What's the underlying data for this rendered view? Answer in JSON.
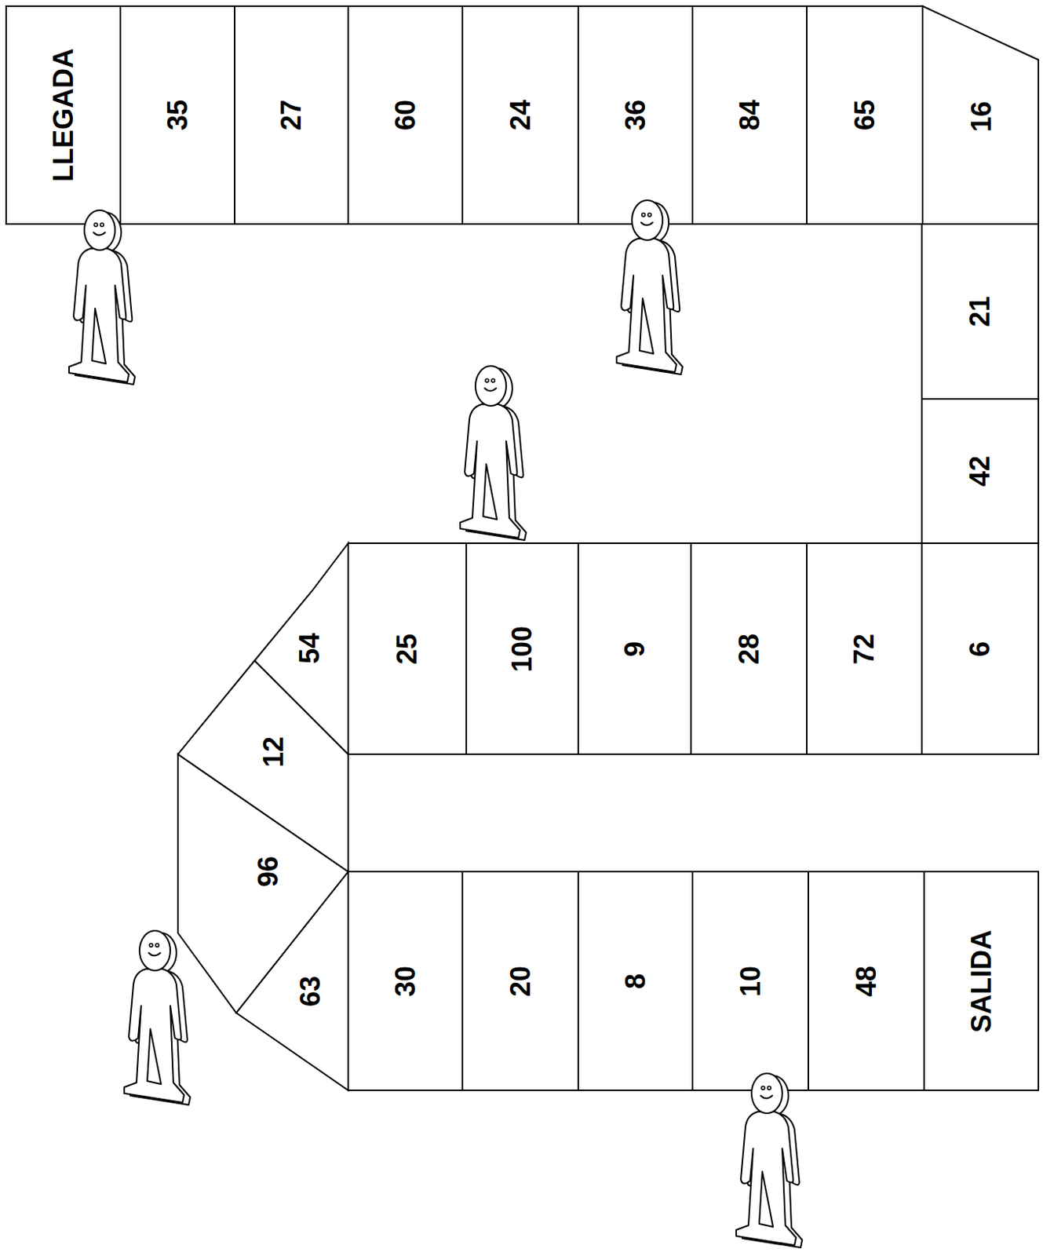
{
  "diagram": {
    "nodes": [
      {
        "text": [
          "SALIDA"
        ]
      },
      {
        "text": [
          "48"
        ]
      },
      {
        "text": [
          "10"
        ]
      },
      {
        "text": [
          "8"
        ]
      },
      {
        "text": [
          "20"
        ]
      },
      {
        "text": [
          "30"
        ]
      },
      {
        "text": [
          "63"
        ]
      },
      {
        "text": [
          "96"
        ]
      },
      {
        "text": [
          "12"
        ]
      },
      {
        "text": [
          "54"
        ]
      },
      {
        "text": [
          "25"
        ]
      },
      {
        "text": [
          "100"
        ]
      },
      {
        "text": [
          "9"
        ]
      },
      {
        "text": [
          "28"
        ]
      },
      {
        "text": [
          "72"
        ]
      },
      {
        "text": [
          "6"
        ]
      },
      {
        "text": [
          "42"
        ]
      },
      {
        "text": [
          "21"
        ]
      },
      {
        "text": [
          "16"
        ]
      },
      {
        "text": [
          "65"
        ]
      },
      {
        "text": [
          "84"
        ]
      },
      {
        "text": [
          "36"
        ]
      },
      {
        "text": [
          "24"
        ]
      },
      {
        "text": [
          "60"
        ]
      },
      {
        "text": [
          "27"
        ]
      },
      {
        "text": [
          "35"
        ]
      },
      {
        "text": [
          "LLEGADA"
        ]
      }
    ]
  }
}
